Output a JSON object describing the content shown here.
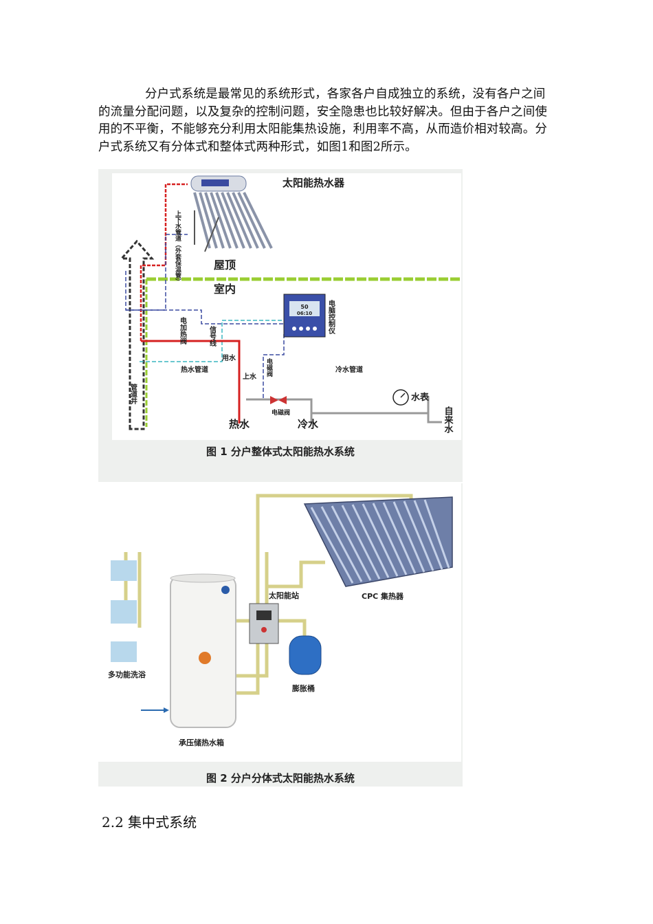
{
  "paragraph": "分户式系统是最常见的系统形式，各家各户自成独立的系统，没有各户之间的流量分配问题，以及复杂的控制问题，安全隐患也比较好解决。但由于各户之间使用的不平衡，不能够充分利用太阳能集热设施，利用率不高，从而造价相对较高。分户式系统又有分体式和整体式两种形式，如图1和图2所示。",
  "figure1": {
    "caption": "图 1 分户整体式太阳能热水系统",
    "labels": {
      "title": "太阳能热水器",
      "roof": "屋顶",
      "indoor": "室内",
      "pipe_shaft": "管道井",
      "up_down_pipe": "上下水管道（外套保温管）",
      "heater_valve": "电加热阀",
      "signal_line": "信号线",
      "use_water": "用水",
      "hot_pipe": "热水管道",
      "cold_pipe": "冷水管道",
      "upper_water": "上水",
      "solenoid_valve_a": "电磁阀",
      "solenoid_valve_b": "电磁阀",
      "controller": "电脑控制仪",
      "hot_water": "热水",
      "cold_water": "冷水",
      "water_meter": "水表",
      "tap_water": "自来水",
      "display_temp": "50",
      "display_time": "06:10"
    }
  },
  "figure2": {
    "caption": "图 2 分户分体式太阳能热水系统",
    "labels": {
      "collector": "CPC 集热器",
      "solar_station": "太阳能站",
      "expansion_tank": "膨胀桶",
      "multi_bath": "多功能洗浴",
      "storage_tank": "承压储热水箱"
    }
  },
  "section_heading": "2.2 集中式系统"
}
